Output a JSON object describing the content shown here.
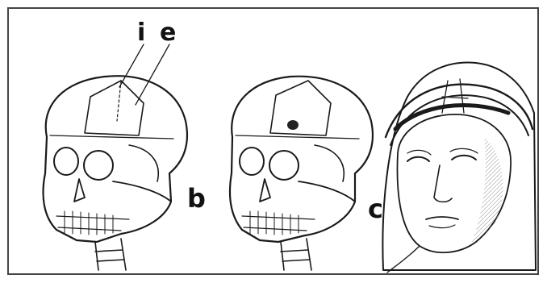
{
  "labels": {
    "i": "i",
    "e": "e",
    "b": "b",
    "c": "c"
  },
  "figures": [
    {
      "name": "skull-with-incision-lines",
      "labels": [
        "i",
        "e"
      ]
    },
    {
      "name": "skull-with-hole"
    },
    {
      "name": "veiled-face-portrait"
    }
  ],
  "colors": {
    "ink": "#1a1a1a",
    "paper": "#ffffff",
    "border": "#444444",
    "shade": "#8a8a8a"
  }
}
